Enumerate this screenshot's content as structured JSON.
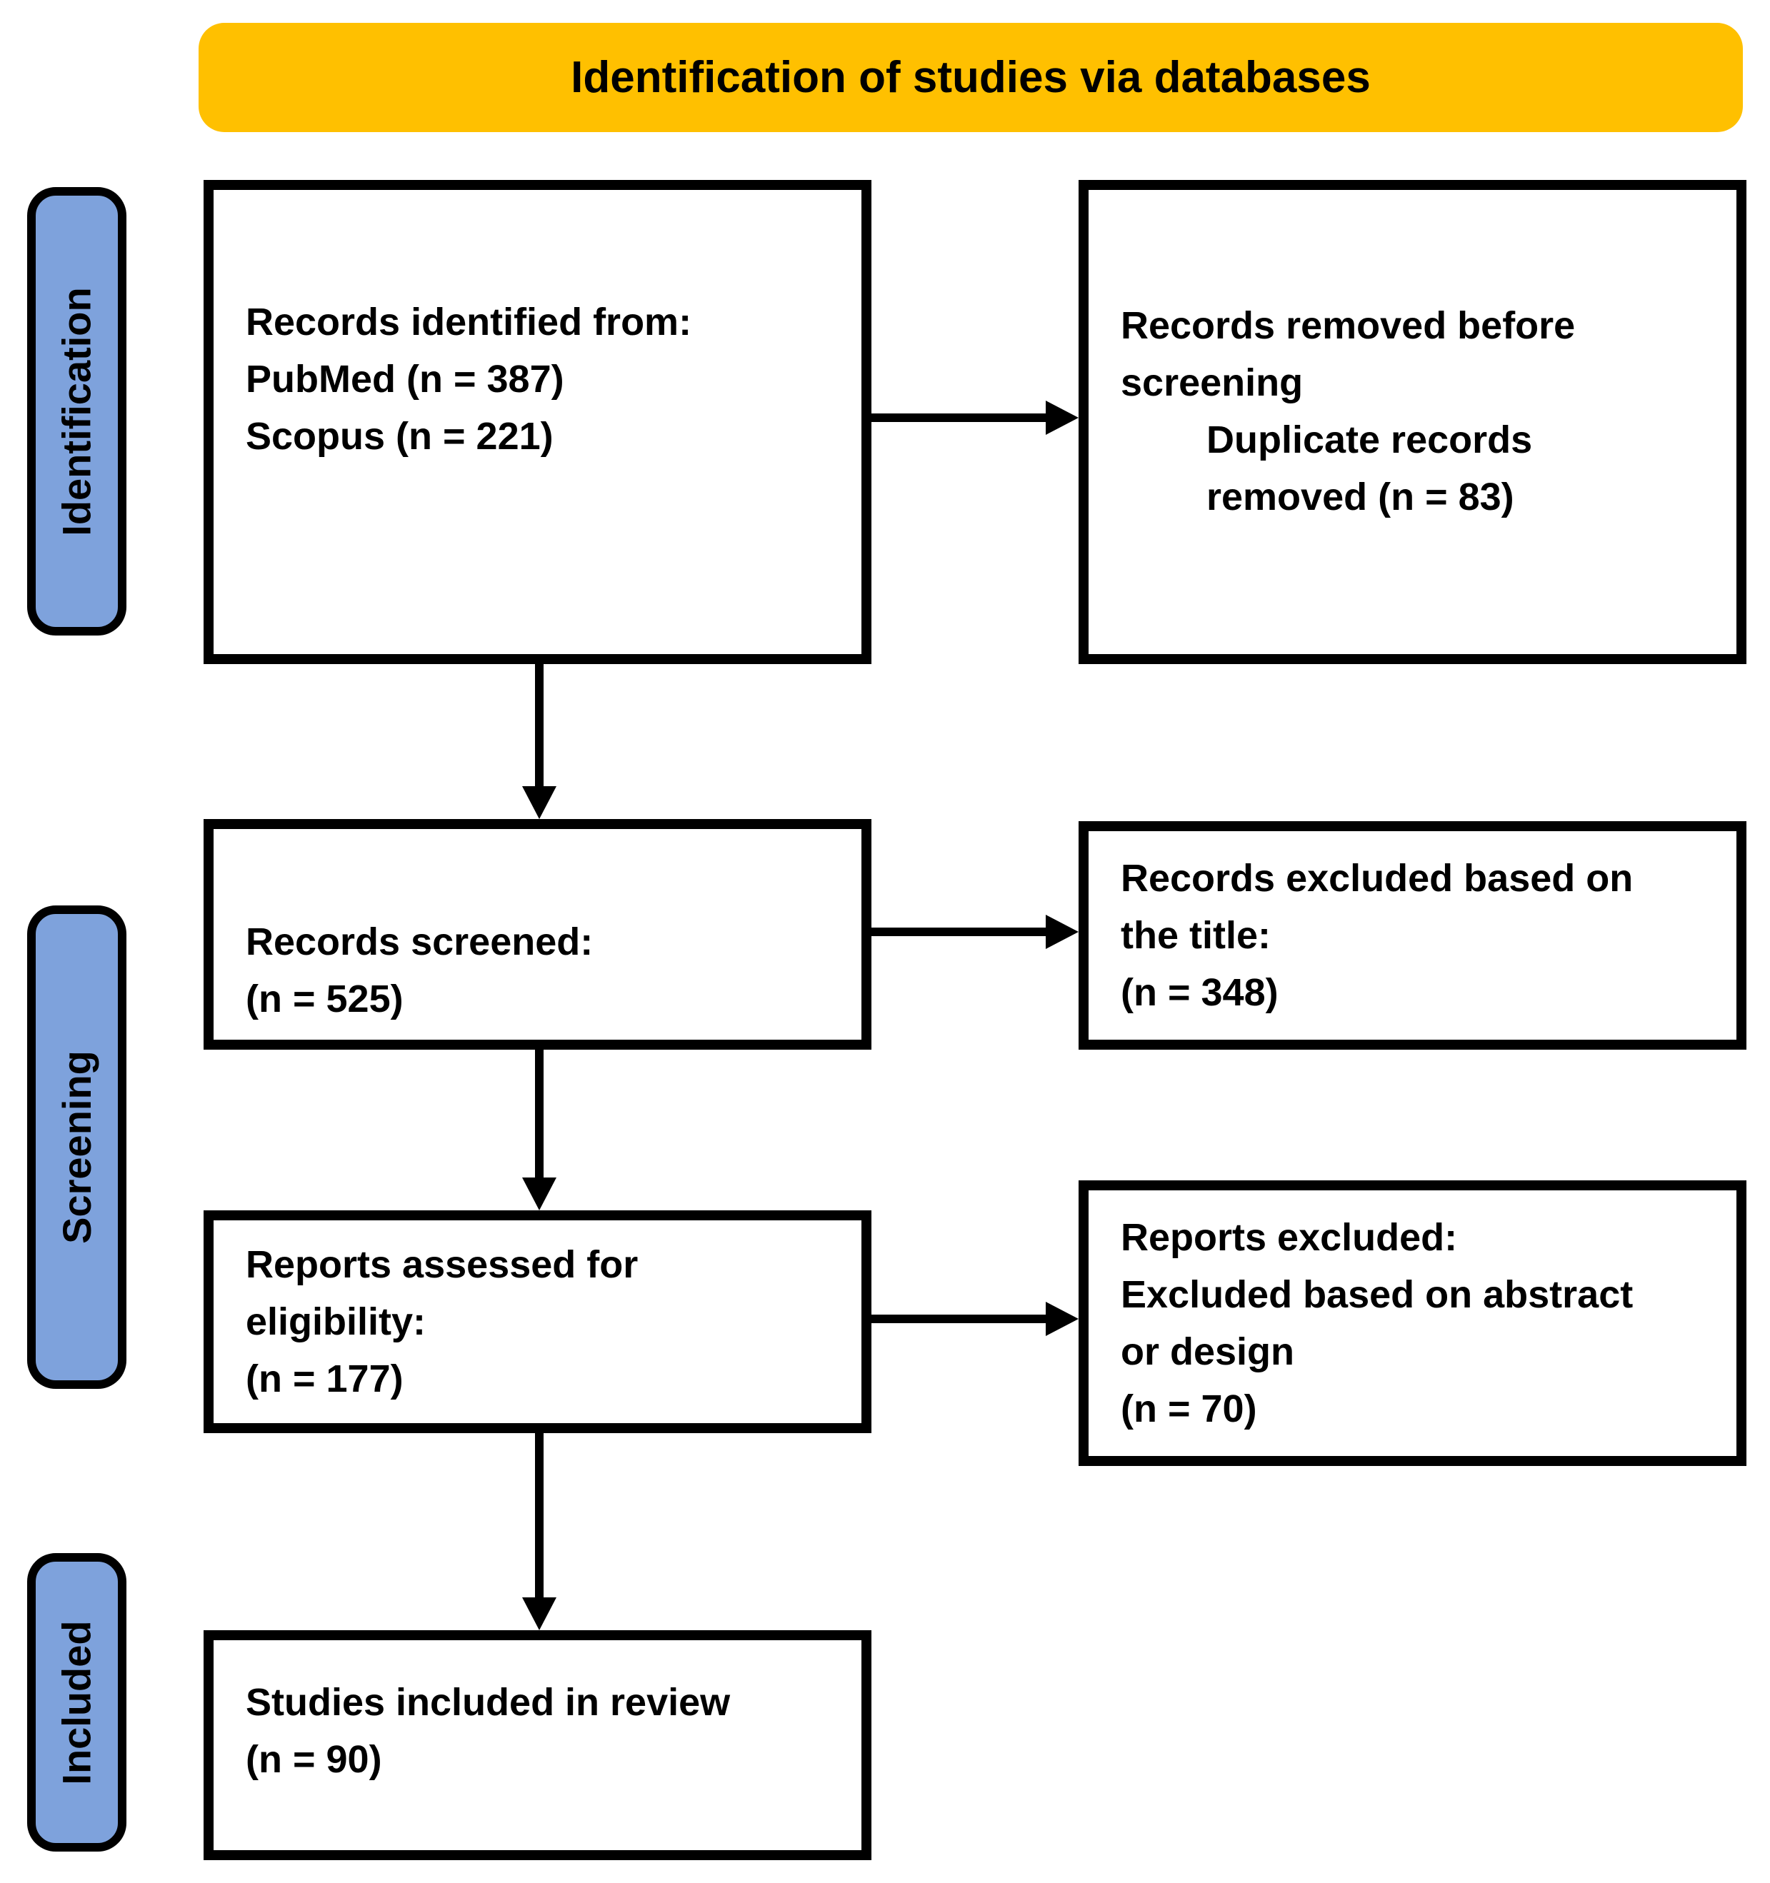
{
  "title": {
    "text": "Identification of studies via databases"
  },
  "stages": [
    {
      "label": "Identification"
    },
    {
      "label": "Screening"
    },
    {
      "label": "Included"
    }
  ],
  "boxes": {
    "records_identified": {
      "text": "Records identified from:\nPubMed (n = 387)\nScopus (n = 221)"
    },
    "records_removed": {
      "intro": "Records removed before\nscreening",
      "detail": "Duplicate records\nremoved (n = 83)"
    },
    "records_screened": {
      "text": "Records screened:\n (n = 525)"
    },
    "records_excluded_title": {
      "text": "Records excluded based on\nthe title:\n (n = 348)"
    },
    "reports_assessed": {
      "text": "Reports assessed for\neligibility:\n (n = 177)"
    },
    "reports_excluded": {
      "text": "Reports excluded:\nExcluded based on abstract\nor design\n(n = 70)"
    },
    "studies_included": {
      "text": "Studies included in review\n(n = 90)"
    }
  },
  "colors": {
    "title_bg": "#FFC000",
    "stage_bg": "#7EA2DC",
    "stroke": "#000000",
    "box_bg": "#FFFFFF"
  }
}
